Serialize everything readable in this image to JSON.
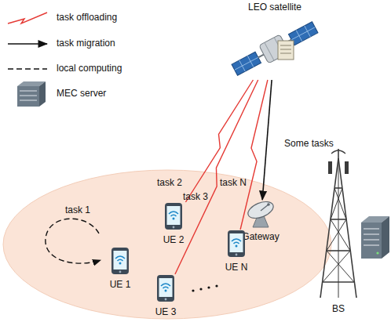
{
  "diagram": {
    "nodes": [
      {
        "text": [
          "LEO satellite"
        ]
      },
      {
        "text": [
          "UE 2"
        ]
      },
      {
        "text": [
          "Gateway"
        ]
      },
      {
        "text": [
          "BS"
        ]
      },
      {
        "text": [
          "UE 1"
        ]
      },
      {
        "text": [
          "UE N"
        ]
      },
      {
        "text": [
          "UE 3"
        ]
      }
    ],
    "edges": [
      {
        "from": 1,
        "to": 0,
        "arrow": "none",
        "label": "task 2"
      },
      {
        "from": 6,
        "to": 0,
        "arrow": "none",
        "label": "task 3"
      },
      {
        "from": 5,
        "to": 0,
        "arrow": "none",
        "label": "task N"
      },
      {
        "from": 0,
        "to": 2,
        "arrow": "to",
        "label": "Some tasks"
      }
    ],
    "labels": [
      "task 1"
    ],
    "legend": [
      {
        "text": "task offloading"
      },
      {
        "text": "task migration"
      },
      {
        "text": "local computing"
      },
      {
        "text": "MEC server"
      }
    ]
  }
}
